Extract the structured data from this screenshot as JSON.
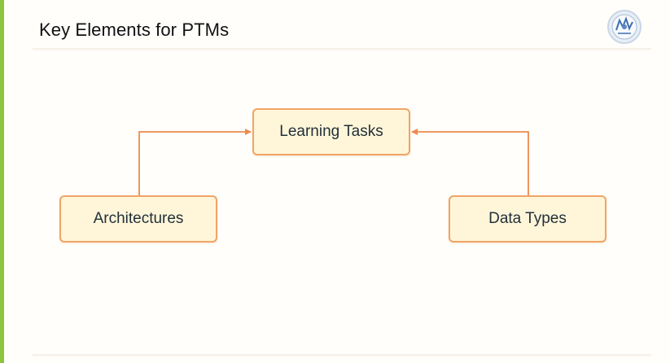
{
  "slide": {
    "title": "Key Elements for PTMs"
  },
  "diagram": {
    "nodes": {
      "learning_tasks": "Learning Tasks",
      "architectures": "Architectures",
      "data_types": "Data Types"
    },
    "edges": [
      {
        "from": "architectures",
        "to": "learning_tasks"
      },
      {
        "from": "data_types",
        "to": "learning_tasks"
      }
    ]
  },
  "colors": {
    "accent_bar": "#8cc63f",
    "node_fill": "#fff6d9",
    "node_border": "#f0a466",
    "arrow": "#ec8a4e"
  },
  "icons": {
    "logo": "university-seal-icon"
  }
}
